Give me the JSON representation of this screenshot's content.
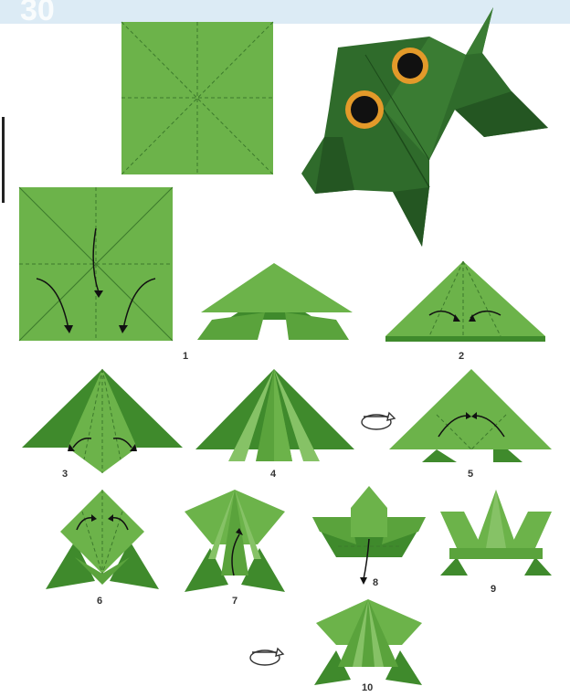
{
  "colors": {
    "light": "#6cb34a",
    "mid": "#5aa33c",
    "dark": "#3f8a2c",
    "pale": "#86c266",
    "frog": "#2f6b2b",
    "frog_dark": "#245622",
    "eye_ring": "#e39a2a",
    "eye": "#111111",
    "header": "#cfe3f0"
  },
  "header": {
    "text": "30"
  },
  "steps": [
    {
      "label": "1"
    },
    {
      "label": "2"
    },
    {
      "label": "3"
    },
    {
      "label": "4"
    },
    {
      "label": "5"
    },
    {
      "label": "6"
    },
    {
      "label": "7"
    },
    {
      "label": "8"
    },
    {
      "label": "9"
    },
    {
      "label": "10"
    }
  ],
  "icons": [
    "turn-over-icon",
    "turn-over-icon"
  ]
}
